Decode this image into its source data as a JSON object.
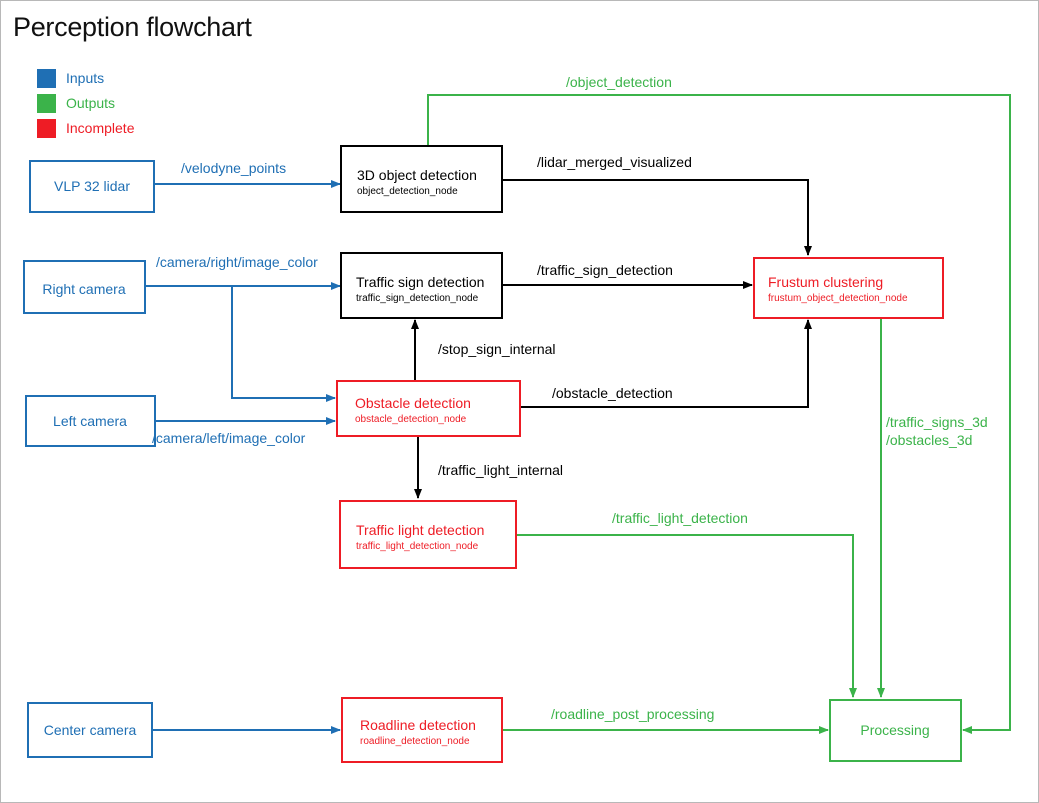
{
  "title": "Perception flowchart",
  "colors": {
    "input": "#1f6fb4",
    "output": "#3bb34a",
    "incomplete": "#ee1c25",
    "neutral": "#000000"
  },
  "legend": [
    {
      "label": "Inputs",
      "color": "#1f6fb4"
    },
    {
      "label": "Outputs",
      "color": "#3bb34a"
    },
    {
      "label": "Incomplete",
      "color": "#ee1c25"
    }
  ],
  "nodes": {
    "vlp_lidar": {
      "title": "VLP 32 lidar"
    },
    "right_camera": {
      "title": "Right camera"
    },
    "left_camera": {
      "title": "Left camera"
    },
    "center_camera": {
      "title": "Center camera"
    },
    "object_detection_3d": {
      "title": "3D object detection",
      "sub": "object_detection_node"
    },
    "traffic_sign": {
      "title": "Traffic sign detection",
      "sub": "traffic_sign_detection_node"
    },
    "obstacle": {
      "title": "Obstacle detection",
      "sub": "obstacle_detection_node"
    },
    "traffic_light": {
      "title": "Traffic light detection",
      "sub": "traffic_light_detection_node"
    },
    "roadline": {
      "title": "Roadline detection",
      "sub": "roadline_detection_node"
    },
    "frustum": {
      "title": "Frustum clustering",
      "sub": "frustum_object_detection_node"
    },
    "processing": {
      "title": "Processing"
    }
  },
  "edges": {
    "velodyne_points": "/velodyne_points",
    "camera_right": "/camera/right/image_color",
    "camera_left": "/camera/left/image_color",
    "object_detection": "/object_detection",
    "lidar_merged": "/lidar_merged_visualized",
    "traffic_sign_detection": "/traffic_sign_detection",
    "stop_sign_internal": "/stop_sign_internal",
    "obstacle_detection": "/obstacle_detection",
    "traffic_light_internal": "/traffic_light_internal",
    "traffic_light_detection": "/traffic_light_detection",
    "traffic_signs_3d": "/traffic_signs_3d",
    "obstacles_3d": "/obstacles_3d",
    "roadline_post_processing": "/roadline_post_processing"
  }
}
